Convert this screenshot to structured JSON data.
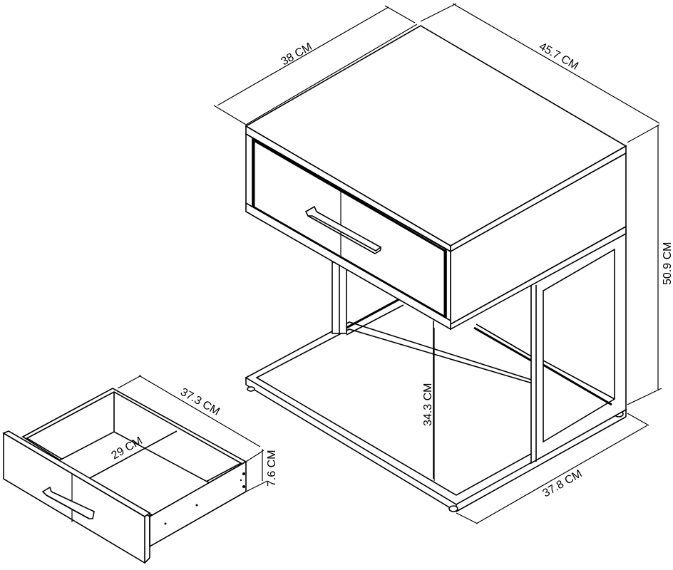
{
  "drawing": {
    "title": "Bedside table dimension drawing",
    "stroke_color": "#000000",
    "background": "#ffffff"
  },
  "dimensions": {
    "table_depth": "38 CM",
    "table_width": "45.7 CM",
    "table_height": "50.9 CM",
    "clearance_height": "34.3 CM",
    "base_depth": "37.8 CM",
    "drawer_length": "37.3 CM",
    "drawer_inner_width": "29 CM",
    "drawer_height": "7.6 CM"
  }
}
